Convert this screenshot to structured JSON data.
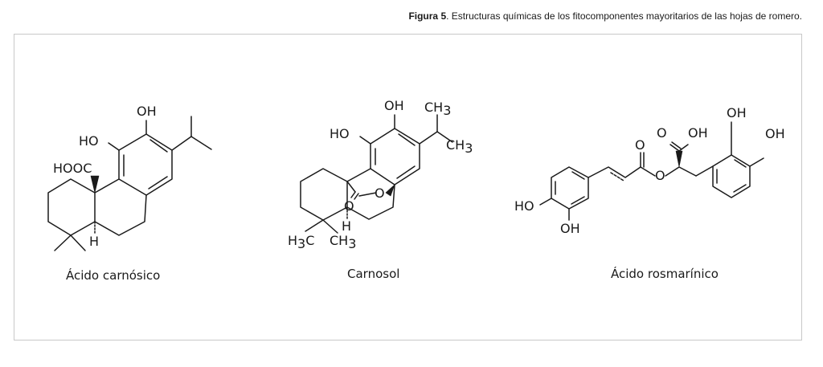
{
  "caption": {
    "label": "Figura 5",
    "text": ". Estructuras químicas de los fitocomponentes mayoritarios de las hojas de romero."
  },
  "molecules": [
    {
      "name": "Ácido carnósico",
      "atoms": {
        "oh": "OH",
        "ho": "HO",
        "hooc": "HOOC",
        "h": "H"
      }
    },
    {
      "name": "Carnosol",
      "atoms": {
        "oh": "OH",
        "ho": "HO",
        "o_ring": "O",
        "o_carbonyl": "O",
        "h": "H",
        "ch": "CH",
        "sub3": "3",
        "h3": "H",
        "c": "C"
      }
    },
    {
      "name": "Ácido rosmarínico",
      "atoms": {
        "oh1": "OH",
        "oh2": "OH",
        "o_acid": "O",
        "oh_acid": "OH",
        "o_ester": "O",
        "o_link": "O",
        "ho": "HO",
        "oh3": "OH"
      }
    }
  ]
}
